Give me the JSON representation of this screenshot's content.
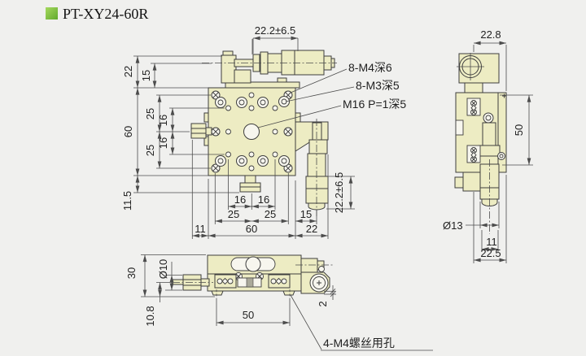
{
  "title": "PT-XY24-60R",
  "colors": {
    "background": "#f0f0ee",
    "body_fill": "#edecc3",
    "outline": "#3e3e3e",
    "dimension": "#4c4c4c",
    "accent_green_light": "#9ed455",
    "accent_green_dark": "#61a92d"
  },
  "front_view": {
    "dim_top": "22.2±6.5",
    "dim_right": "22.2±6.5",
    "left": {
      "d22": "22",
      "d15": "15",
      "d60": "60",
      "d25a": "25",
      "d25b": "25",
      "d16a": "16",
      "d16b": "16",
      "d115": "11.5"
    },
    "bottom": {
      "d16a": "16",
      "d16b": "16",
      "d25a": "25",
      "d25b": "25",
      "d15": "15",
      "d11": "11",
      "d60": "60",
      "d22": "22"
    },
    "callout_m4": "8-M4深6",
    "callout_m3": "8-M3深5",
    "callout_m16": "M16 P=1深5"
  },
  "side_view": {
    "dim_top": "22.8",
    "dim_right": "50",
    "dim_dia": "Ø13",
    "dim_b1": "11",
    "dim_b2": "22.5"
  },
  "bottom_view": {
    "dim_height": "30",
    "dim_dia": "Ø10",
    "dim_offset": "10.8",
    "dim_width": "50",
    "dim_step": "2",
    "callout": "4-M4螺丝用孔"
  }
}
